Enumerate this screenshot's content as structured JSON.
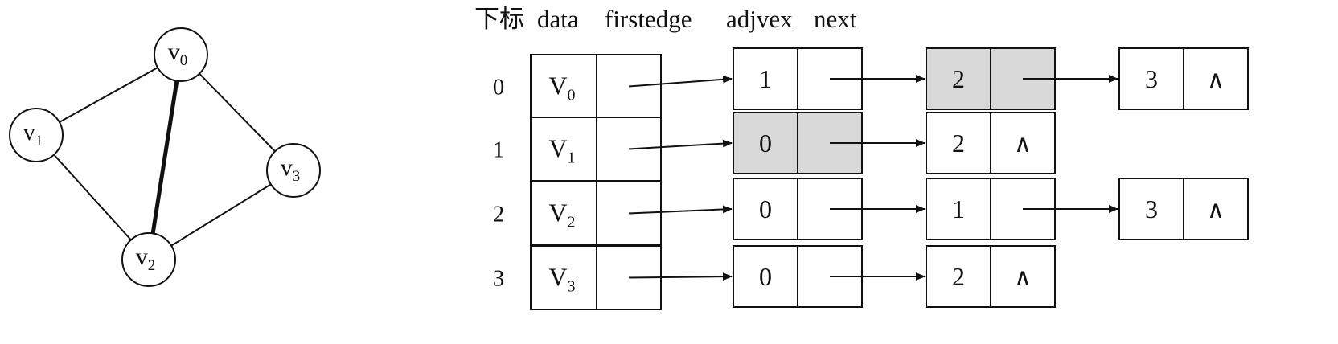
{
  "graph": {
    "vertices": [
      {
        "id": "v0",
        "letter": "v",
        "sub": "0"
      },
      {
        "id": "v1",
        "letter": "v",
        "sub": "1"
      },
      {
        "id": "v2",
        "letter": "v",
        "sub": "2"
      },
      {
        "id": "v3",
        "letter": "v",
        "sub": "3"
      }
    ],
    "edges": [
      {
        "from": "v0",
        "to": "v1",
        "bold": false
      },
      {
        "from": "v0",
        "to": "v2",
        "bold": true
      },
      {
        "from": "v0",
        "to": "v3",
        "bold": false
      },
      {
        "from": "v1",
        "to": "v2",
        "bold": false
      },
      {
        "from": "v2",
        "to": "v3",
        "bold": false
      }
    ]
  },
  "headers": [
    "下标",
    "data",
    "firstedge",
    "adjvex",
    "next"
  ],
  "rows": [
    {
      "index": "0",
      "letter": "V",
      "sub": "0",
      "edges": [
        {
          "adjvex": "1",
          "next_null": false,
          "shaded": false
        },
        {
          "adjvex": "2",
          "next_null": false,
          "shaded": true
        },
        {
          "adjvex": "3",
          "next_null": true,
          "shaded": false
        }
      ]
    },
    {
      "index": "1",
      "letter": "V",
      "sub": "1",
      "edges": [
        {
          "adjvex": "0",
          "next_null": false,
          "shaded": true
        },
        {
          "adjvex": "2",
          "next_null": true,
          "shaded": false
        }
      ]
    },
    {
      "index": "2",
      "letter": "V",
      "sub": "2",
      "edges": [
        {
          "adjvex": "0",
          "next_null": false,
          "shaded": false
        },
        {
          "adjvex": "1",
          "next_null": false,
          "shaded": false
        },
        {
          "adjvex": "3",
          "next_null": true,
          "shaded": false
        }
      ]
    },
    {
      "index": "3",
      "letter": "V",
      "sub": "3",
      "edges": [
        {
          "adjvex": "0",
          "next_null": false,
          "shaded": false
        },
        {
          "adjvex": "2",
          "next_null": true,
          "shaded": false
        }
      ]
    }
  ],
  "null_symbol": "∧",
  "colors": {
    "stroke": "#111111",
    "shade": "#d9d9d9",
    "background": "#ffffff"
  }
}
